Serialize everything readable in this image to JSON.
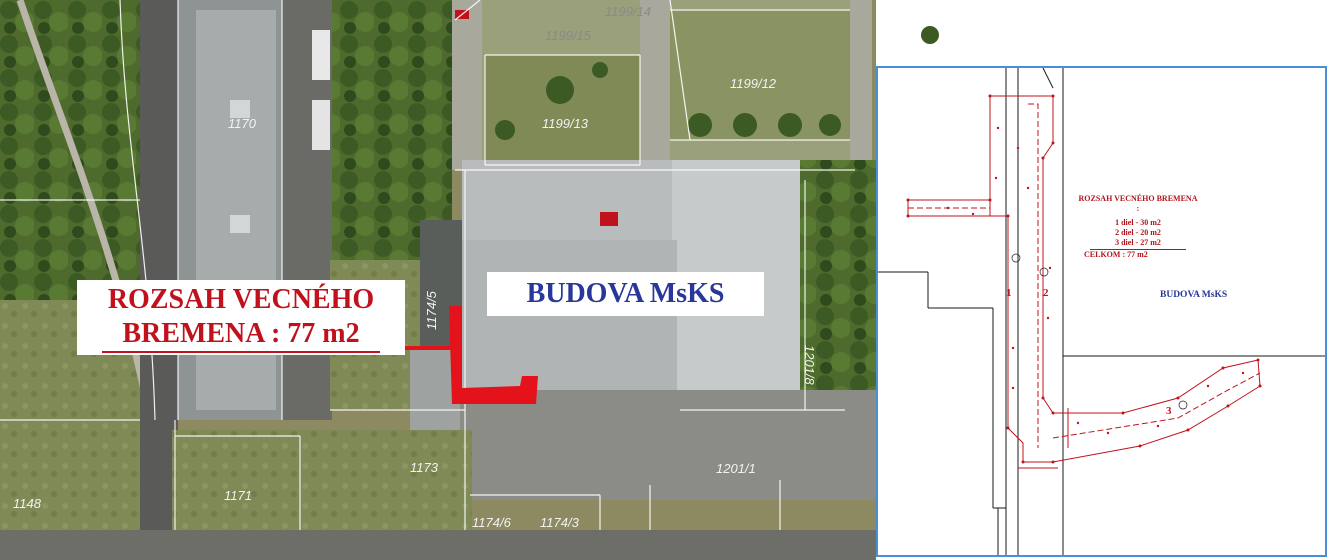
{
  "aerial": {
    "parcels": [
      {
        "id": "p1170",
        "label": "1170"
      },
      {
        "id": "p1199_15",
        "label": "1199/15"
      },
      {
        "id": "p1199_14",
        "label": "1199/14"
      },
      {
        "id": "p1199_13",
        "label": "1199/13"
      },
      {
        "id": "p1199_12",
        "label": "1199/12"
      },
      {
        "id": "p1174_5",
        "label": "1174/5"
      },
      {
        "id": "p1173",
        "label": "1173"
      },
      {
        "id": "p1171",
        "label": "1171"
      },
      {
        "id": "p1148",
        "label": "1148"
      },
      {
        "id": "p1174_6",
        "label": "1174/6"
      },
      {
        "id": "p1174_3",
        "label": "1174/3"
      },
      {
        "id": "p1201_1",
        "label": "1201/1"
      },
      {
        "id": "p1201_8",
        "label": "1201/8"
      }
    ],
    "callout_easement": {
      "line1": "ROZSAH VECNÉHO",
      "line2": "BREMENA : 77 m2"
    },
    "callout_building": "BUDOVA MsKS",
    "colors": {
      "easement": "#e3121b",
      "building_text": "#28389a",
      "callout_text": "#c0121c"
    }
  },
  "plan": {
    "legend": {
      "title": "ROZSAH VECNÉHO BREMENA :",
      "parts": [
        "1 diel - 30 m2",
        "2 diel - 20 m2",
        "3 diel - 27 m2"
      ],
      "total": "CELKOM :   77 m2"
    },
    "building": "BUDOVA MsKS",
    "part_labels": [
      "1",
      "2",
      "3"
    ],
    "colors": {
      "frame": "#4a8fd6",
      "survey": "#c0141c"
    }
  }
}
